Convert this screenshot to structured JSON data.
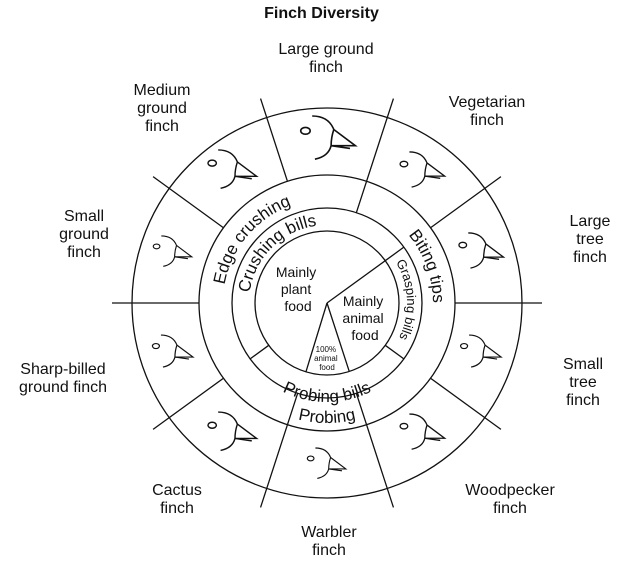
{
  "title": "Finch Diversity",
  "finches": [
    {
      "name": "Large ground\nfinch"
    },
    {
      "name": "Vegetarian\nfinch"
    },
    {
      "name": "Large\ntree finch"
    },
    {
      "name": "Small\ntree finch"
    },
    {
      "name": "Woodpecker\nfinch"
    },
    {
      "name": "Warbler\nfinch"
    },
    {
      "name": "Cactus\nfinch"
    },
    {
      "name": "Sharp-billed\nground finch"
    },
    {
      "name": "Small\nground\nfinch"
    },
    {
      "name": "Medium\nground\nfinch"
    }
  ],
  "feeding_methods": {
    "edge_crushing": "Edge crushing",
    "biting_tips": "Biting tips",
    "probing": "Probing"
  },
  "bill_types": {
    "crushing": "Crushing bills",
    "grasping": "Grasping bills",
    "probing": "Probing bills"
  },
  "diet": {
    "plant": [
      "Mainly",
      "plant",
      "food"
    ],
    "animal": [
      "Mainly",
      "animal",
      "food"
    ],
    "all_animal": [
      "100%",
      "animal",
      "food"
    ]
  }
}
